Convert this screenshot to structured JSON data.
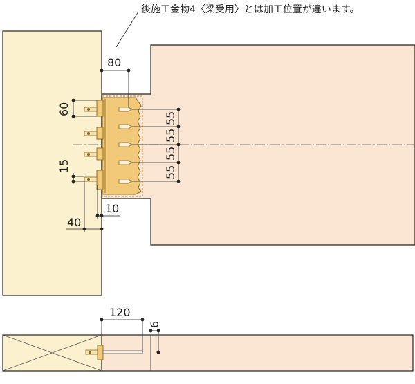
{
  "note": "後施工金物4〈梁受用〉とは加工位置が違います。",
  "dimensions": {
    "dim_80": "80",
    "dim_60": "60",
    "dim_15": "15",
    "dim_10": "10",
    "dim_40": "40",
    "dim_55": [
      "55",
      "55",
      "55",
      "55"
    ],
    "dim_120": "120",
    "dim_6": "6"
  },
  "colors": {
    "wood": "#fbe6d4",
    "column": "#fbf1cf",
    "bracket": "#f1c978",
    "line": "#1a1a1a"
  }
}
